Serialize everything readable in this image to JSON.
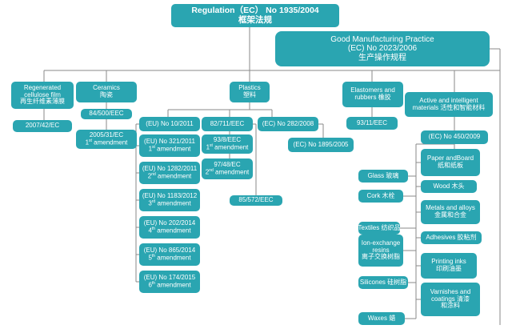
{
  "root": {
    "line1": "Regulation（EC） No 1935/2004",
    "line2": "框架法规"
  },
  "gmp": {
    "line1": "Good Manufacturing Practice",
    "line2": "(EC) No 2023/2006",
    "line3": "生产操作规程"
  },
  "regenerated": {
    "line1": "Regenerated",
    "line2": "cellulose film",
    "line3": "再生纤维素薄膜",
    "items": [
      "2007/42/EC"
    ]
  },
  "ceramics": {
    "line1": "Ceramics",
    "line2": "陶瓷",
    "items": [
      "84/500/EEC"
    ],
    "amend": {
      "code": "2005/31/EC",
      "ordinal": "1",
      "sup": "st",
      "word": " amendment"
    }
  },
  "plastics": {
    "line1": "Plastics",
    "line2": "塑料",
    "col1": [
      {
        "code": "(EU) No 10/2011"
      },
      {
        "code": "(EU) No 321/2011",
        "ordinal": "1",
        "sup": "st",
        "word": " amendment"
      },
      {
        "code": "(EU) No 1282/2011",
        "ordinal": "2",
        "sup": "nd",
        "word": " amendment"
      },
      {
        "code": "(EU) No 1183/2012",
        "ordinal": "3",
        "sup": "rd",
        "word": " amendment"
      },
      {
        "code": "(EU) No 202/2014",
        "ordinal": "4",
        "sup": "th",
        "word": " amendment"
      },
      {
        "code": "(EU) No 865/2014",
        "ordinal": "5",
        "sup": "th",
        "word": " amendment"
      },
      {
        "code": "(EU) No 174/2015",
        "ordinal": "6",
        "sup": "th",
        "word": " amendment"
      }
    ],
    "col2": [
      {
        "code": "82/711/EEC"
      },
      {
        "code": "93/8/EEC",
        "ordinal": "1",
        "sup": "st",
        "word": " amendment"
      },
      {
        "code": "97/48/EC",
        "ordinal": "2",
        "sup": "nd",
        "word": " amendment"
      }
    ],
    "extra": "85/572/EEC",
    "col3": [
      "(EC) No 282/2008",
      "(EC) No 1895/2005"
    ]
  },
  "elastomers": {
    "line1": "Elastomers and",
    "line2": "rubbers 橡胶",
    "items": [
      "93/11/EEC"
    ]
  },
  "active": {
    "line1": "Active and intelligent",
    "line2": "materials 活性和智能材料",
    "items": [
      "(EC) No 450/2009"
    ]
  },
  "materials_left": [
    {
      "lines": [
        "Glass 玻璃"
      ]
    },
    {
      "lines": [
        "Cork 木栓"
      ]
    },
    {
      "lines": [
        "Textiles 纺织品"
      ]
    },
    {
      "lines": [
        "Ion-exchange",
        "resins",
        "离子交换树脂"
      ]
    },
    {
      "lines": [
        "Silicones 硅树脂"
      ]
    },
    {
      "lines": [
        "Waxes 蜡"
      ]
    }
  ],
  "materials_right": [
    {
      "lines": [
        "Paper andBoard",
        "纸和纸板"
      ]
    },
    {
      "lines": [
        "Wood 木头"
      ]
    },
    {
      "lines": [
        "Metals and alloys",
        "金属和合金"
      ]
    },
    {
      "lines": [
        "Adhesives 胶粘剂"
      ]
    },
    {
      "lines": [
        "Printing inks",
        "印刷油墨"
      ]
    },
    {
      "lines": [
        "Varnishes and",
        "coatings 清漆",
        "和涂料"
      ]
    }
  ],
  "colors": {
    "box": "#2aa5b1",
    "text": "#ffffff",
    "line": "#8a8a8a"
  }
}
